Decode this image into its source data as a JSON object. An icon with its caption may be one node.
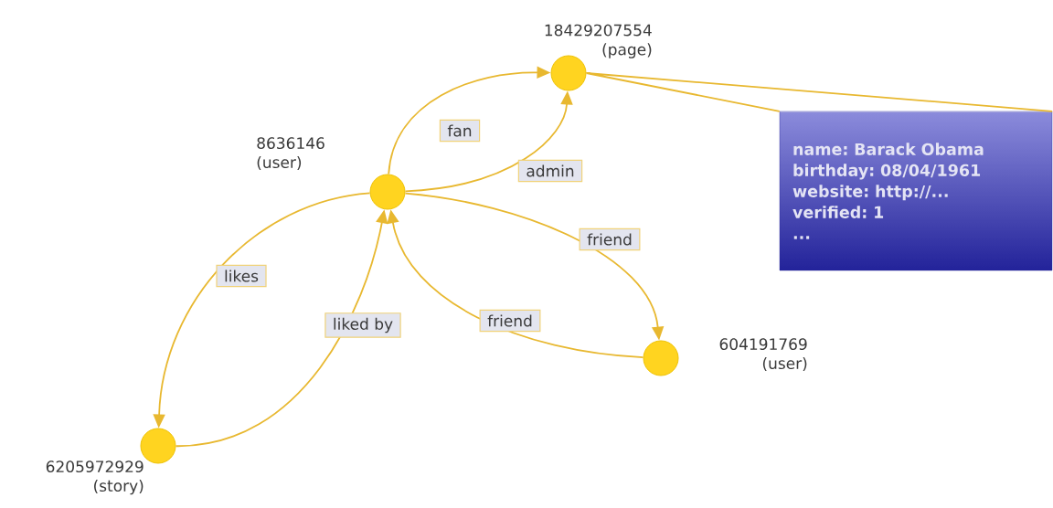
{
  "diagram": {
    "nodes": [
      {
        "text": [
          "18429207554",
          "(page)"
        ]
      },
      {
        "text": [
          "8636146",
          "(user)"
        ]
      },
      {
        "text": [
          "604191769",
          "(user)"
        ]
      },
      {
        "text": [
          "6205972929",
          "(story)"
        ]
      },
      {
        "text": [
          "name: Barack Obama",
          "birthday: 08/04/1961",
          "website: http://...",
          "verified: 1",
          "..."
        ]
      }
    ],
    "edges": [
      {
        "from": 1,
        "to": 0,
        "arrow": "to",
        "label": "fan"
      },
      {
        "from": 1,
        "to": 0,
        "arrow": "to",
        "label": "admin"
      },
      {
        "from": 1,
        "to": 2,
        "arrow": "to",
        "label": "friend"
      },
      {
        "from": 2,
        "to": 1,
        "arrow": "to",
        "label": "friend"
      },
      {
        "from": 1,
        "to": 3,
        "arrow": "to",
        "label": "likes"
      },
      {
        "from": 3,
        "to": 1,
        "arrow": "to",
        "label": "liked by"
      },
      {
        "from": 0,
        "to": 4,
        "arrow": "none"
      }
    ]
  }
}
